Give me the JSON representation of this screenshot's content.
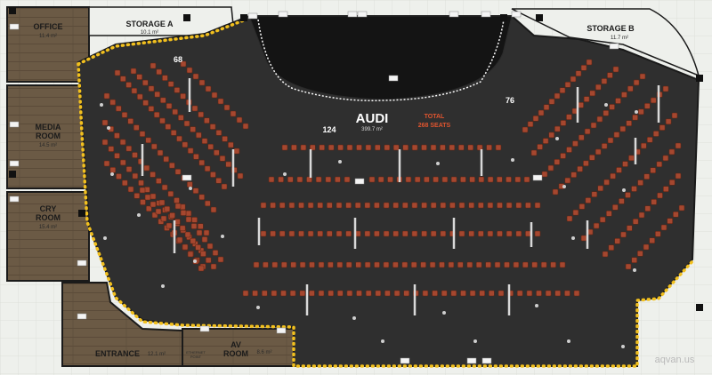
{
  "rooms": {
    "office": {
      "name": "OFFICE",
      "area": "11.4 m²"
    },
    "media": {
      "name_line1": "MEDIA",
      "name_line2": "ROOM",
      "area": "14.5 m²"
    },
    "cry": {
      "name_line1": "CRY",
      "name_line2": "ROOM",
      "area": "15.4 m²"
    },
    "entrance": {
      "name": "ENTRANCE",
      "area": "12.1 m²"
    },
    "av": {
      "name_line1": "AV",
      "name_line2": "ROOM",
      "area": "8.6 m²"
    },
    "ethernet": {
      "line1": "ETHERNET",
      "line2": "POINT"
    },
    "storage_a": {
      "name": "STORAGE A",
      "area": "10.1 m²"
    },
    "storage_b": {
      "name": "STORAGE B",
      "area": "11.7 m²"
    },
    "audi": {
      "name": "AUDI",
      "area": "399.7 m²"
    }
  },
  "totals": {
    "line1": "TOTAL",
    "line2": "268 SEATS"
  },
  "section_counts": {
    "left": "68",
    "center": "124",
    "right": "76"
  },
  "watermark": "aqvan.us",
  "colors": {
    "floor_dark": "#2f2f2f",
    "wood": "#6b5a45",
    "seat": "#a5472f",
    "boundary_dots": "#f2c01e",
    "accent_red": "#e0552f"
  }
}
